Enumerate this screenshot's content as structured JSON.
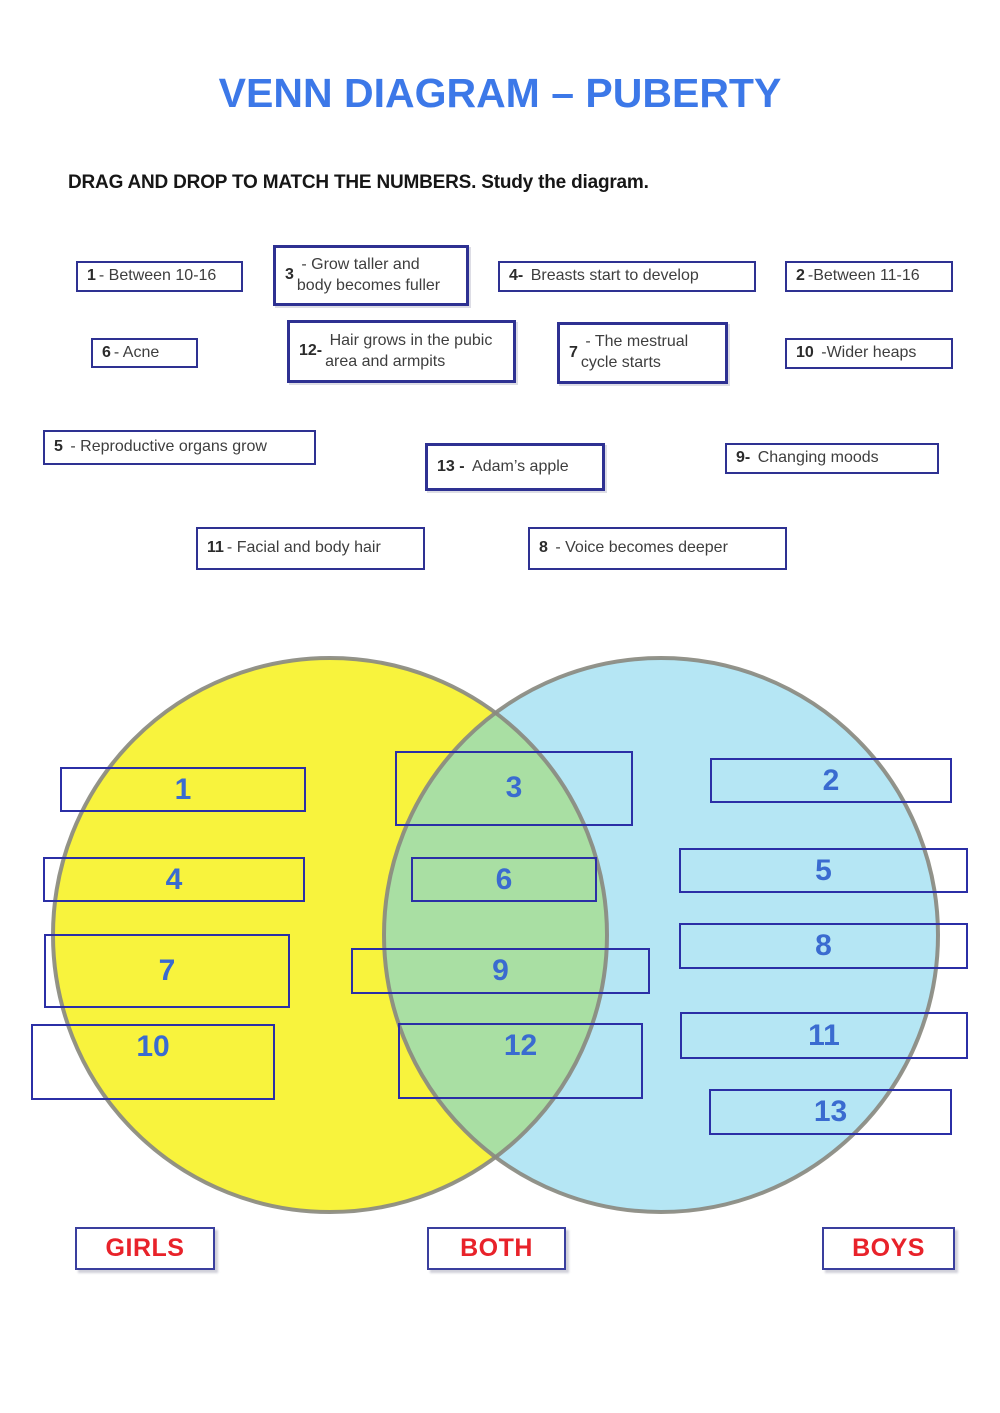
{
  "title": "VENN DIAGRAM – PUBERTY",
  "instruction": "DRAG AND DROP TO MATCH THE NUMBERS. Study the diagram.",
  "colors": {
    "title_blue": "#3C78E8",
    "number_blue": "#3A6BD0",
    "box_border_navy": "#2E3192",
    "venn_box_border": "#2B2FA6",
    "zone_text_red": "#E8222A",
    "girls_circle_yellow": "#F8F33D",
    "boys_circle_blue": "#B5E6F4",
    "overlap_green": "#A9DFA3",
    "circle_outline_gray": "#8A8A80"
  },
  "labels": [
    {
      "num": "1",
      "rest": "- Between 10-16"
    },
    {
      "num": "3",
      "rest": " - Grow taller and body becomes fuller"
    },
    {
      "num": "4-",
      "rest": " Breasts start to develop"
    },
    {
      "num": "2",
      "rest": "-Between 11-16"
    },
    {
      "num": "6",
      "rest": "- Acne"
    },
    {
      "num": "12-",
      "rest": " Hair grows in the pubic area and armpits"
    },
    {
      "num": "7",
      "rest": " - The mestrual cycle starts"
    },
    {
      "num": "10",
      "rest": " -Wider heaps"
    },
    {
      "num": "5",
      "rest": " - Reproductive organs grow"
    },
    {
      "num": "13 -",
      "rest": " Adam’s apple"
    },
    {
      "num": "9-",
      "rest": " Changing moods"
    },
    {
      "num": "11",
      "rest": "- Facial and body hair"
    },
    {
      "num": "8",
      "rest": " - Voice becomes deeper"
    }
  ],
  "venn": {
    "girls": [
      "1",
      "4",
      "7",
      "10"
    ],
    "both": [
      "3",
      "6",
      "9",
      "12"
    ],
    "boys": [
      "2",
      "5",
      "8",
      "11",
      "13"
    ]
  },
  "zones": {
    "girls": "GIRLS",
    "both": "BOTH",
    "boys": "BOYS"
  }
}
